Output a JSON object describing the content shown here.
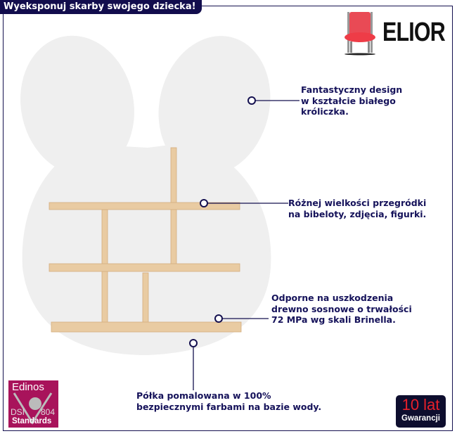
{
  "header": {
    "title": "Wyeksponuj skarby swojego dziecka!"
  },
  "brand": {
    "name": "ELIOR",
    "icon": "chair-icon"
  },
  "features": [
    {
      "lines": [
        "Fantastyczny design",
        "w kształcie białego",
        "króliczka."
      ]
    },
    {
      "lines": [
        "Różnej wielkości przegródki",
        "na bibeloty, zdjęcia, figurki."
      ]
    },
    {
      "lines": [
        "Odporne na uszkodzenia",
        "drewno sosnowe o trwałości",
        "72 MPa wg skali Brinella."
      ]
    },
    {
      "lines": [
        "Półka pomalowana w 100%",
        "bezpiecznymi farbami na bazie wody."
      ]
    }
  ],
  "certificate": {
    "top": "Edinos",
    "left": "DSI",
    "right": "804",
    "bottom": "Standards"
  },
  "warranty": {
    "value": "10 lat",
    "label": "Gwarancji"
  },
  "colors": {
    "navy": "#14104f",
    "wood": "#e9cba2",
    "rabbit": "#efefef",
    "warranty_red": "#e8202a",
    "cert": "#a8135b"
  }
}
